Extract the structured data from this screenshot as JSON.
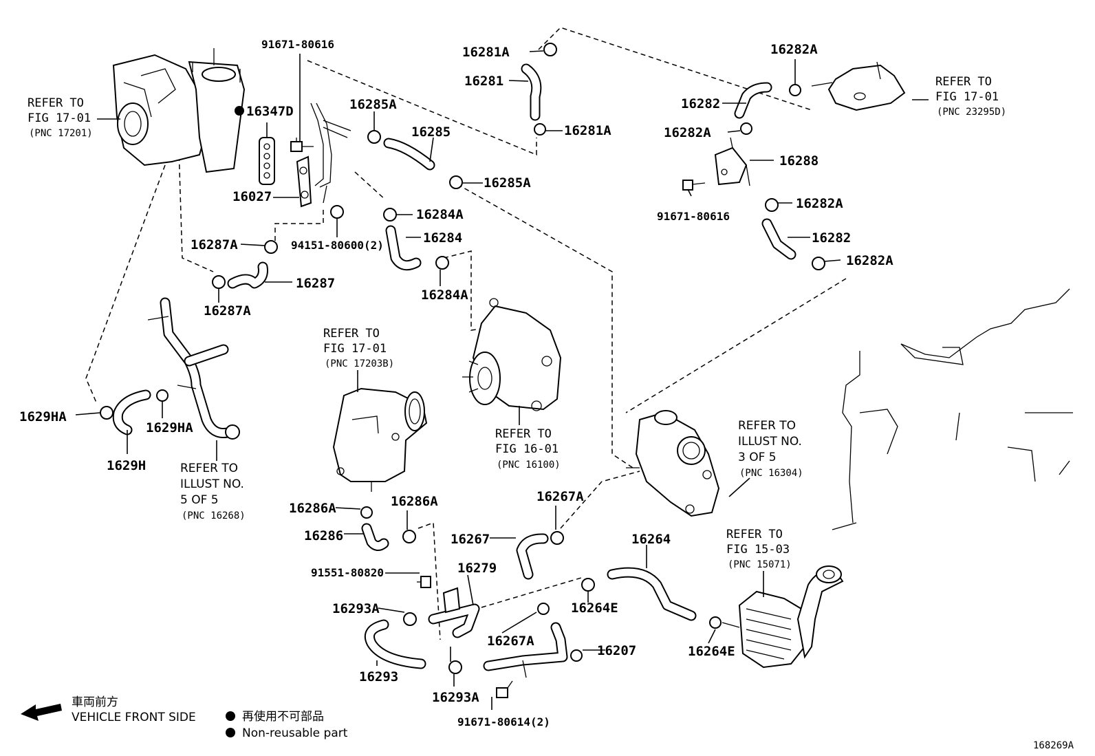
{
  "labels": {
    "p91671_80616_top": "91671-80616",
    "p16347D": "16347D",
    "p16027": "16027",
    "p16285A_a": "16285A",
    "p16285": "16285",
    "p16285A_b": "16285A",
    "p16281A_a": "16281A",
    "p16281": "16281",
    "p16281A_b": "16281A",
    "p16282A_a": "16282A",
    "p16282_a": "16282",
    "p16282A_b": "16282A",
    "p16288": "16288",
    "p91671_80616_right": "91671-80616",
    "p16282A_c": "16282A",
    "p16282_b": "16282",
    "p16282A_d": "16282A",
    "p16284A_a": "16284A",
    "p16284": "16284",
    "p16284A_b": "16284A",
    "p94151": "94151-80600(2)",
    "p16287A_a": "16287A",
    "p16287": "16287",
    "p16287A_b": "16287A",
    "p1629HA_a": "1629HA",
    "p1629HA_b": "1629HA",
    "p1629H": "1629H",
    "p16286A_a": "16286A",
    "p16286A_b": "16286A",
    "p16286": "16286",
    "p91551": "91551-80820",
    "p16279": "16279",
    "p16293A_a": "16293A",
    "p16293": "16293",
    "p16293A_b": "16293A",
    "p91671_80614": "91671-80614(2)",
    "p16267A_a": "16267A",
    "p16267": "16267",
    "p16267A_b": "16267A",
    "p16207": "16207",
    "p16264": "16264",
    "p16264E_a": "16264E",
    "p16264E_b": "16264E",
    "figure_id": "168269A"
  },
  "refs": {
    "r17201": [
      "REFER TO",
      "FIG 17-01",
      "(PNC 17201)"
    ],
    "r23295D": [
      "REFER TO",
      "FIG 17-01",
      "(PNC 23295D)"
    ],
    "r17203B": [
      "REFER TO",
      "FIG 17-01",
      "(PNC 17203B)"
    ],
    "r16100": [
      "REFER TO",
      "FIG 16-01",
      "(PNC 16100)"
    ],
    "r16304": [
      "REFER TO",
      "ILLUST NO.",
      "3 OF 5",
      "(PNC 16304)"
    ],
    "r16268": [
      "REFER TO",
      "ILLUST NO.",
      "5 OF 5",
      "(PNC 16268)"
    ],
    "r15071": [
      "REFER TO",
      "FIG 15-03",
      "(PNC 15071)"
    ]
  },
  "legend": {
    "front_jp": "車両前方",
    "front_en": "VEHICLE FRONT SIDE",
    "nonreuse_jp": "再使用不可部品",
    "nonreuse_en": "Non-reusable part"
  }
}
